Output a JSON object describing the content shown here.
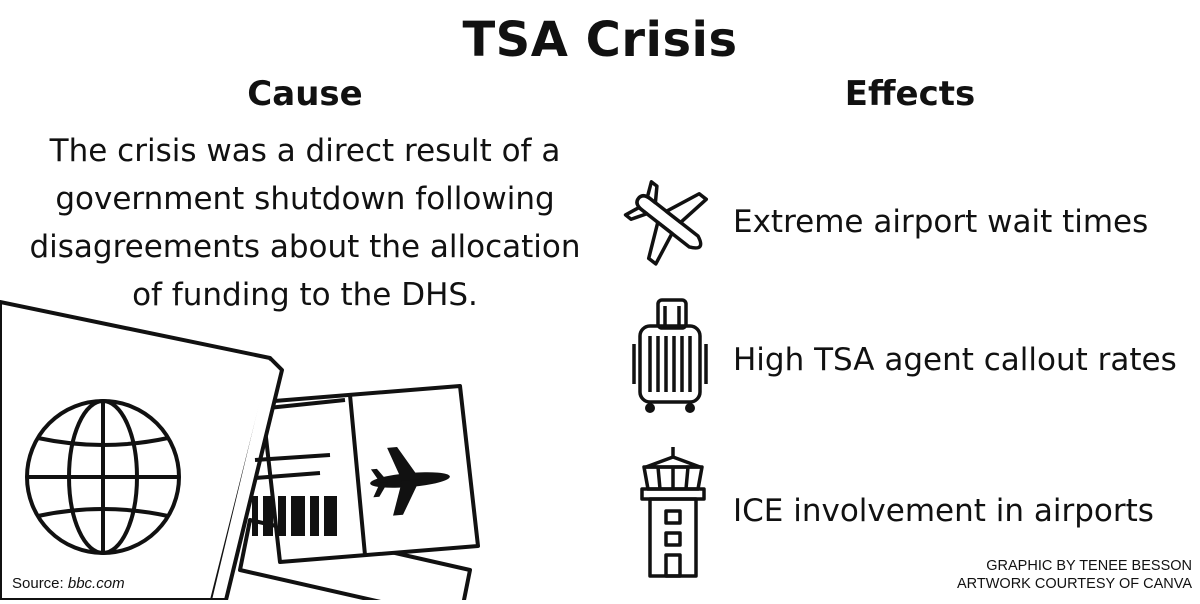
{
  "title": "TSA Crisis",
  "cause": {
    "heading": "Cause",
    "lines": [
      "The crisis was a direct result of a",
      "government shutdown following",
      "disagreements about the allocation",
      "of funding to the DHS."
    ]
  },
  "effects": {
    "heading": "Effects",
    "items": [
      {
        "label": "Extreme airport wait times",
        "icon": "airplane-icon"
      },
      {
        "label": "High TSA agent callout rates",
        "icon": "luggage-icon"
      },
      {
        "label": "ICE involvement in airports",
        "icon": "control-tower-icon"
      }
    ]
  },
  "source": {
    "prefix": "Source: ",
    "site": "bbc.com"
  },
  "credits": {
    "line1": "GRAPHIC BY TENEE BESSON",
    "line2": "ARTWORK COURTESY OF CANVA"
  },
  "artwork": {
    "icons": [
      "passport-icon",
      "globe-icon",
      "boarding-pass-icon",
      "airplane-icon",
      "barcode-icon"
    ]
  }
}
